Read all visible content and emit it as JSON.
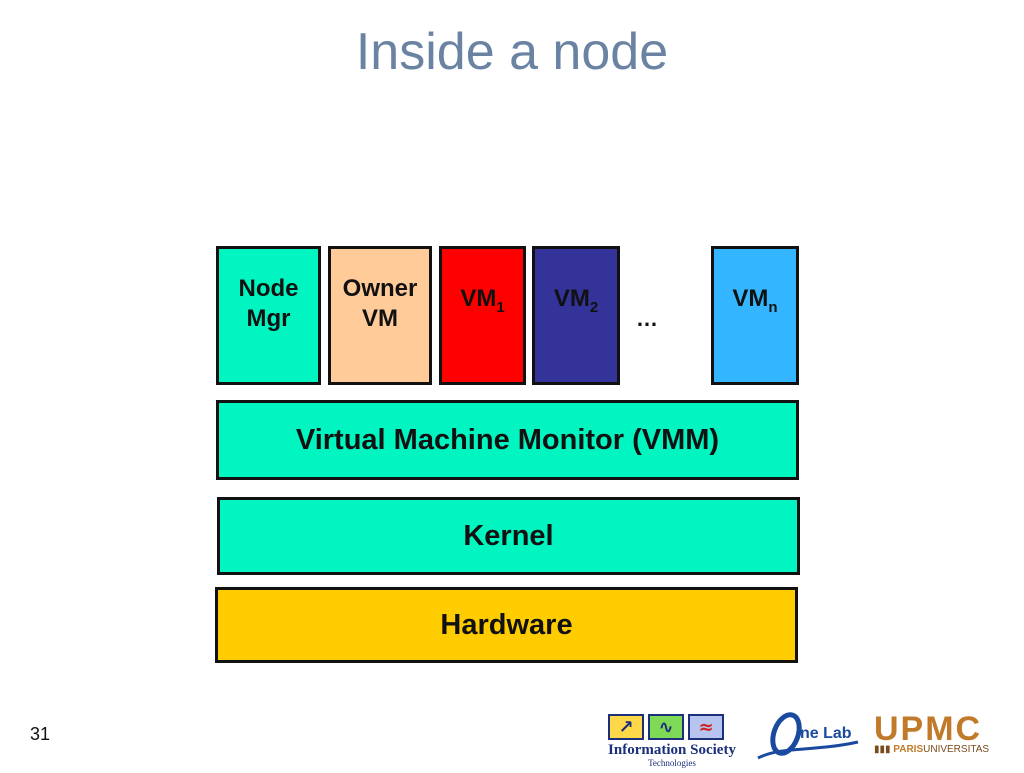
{
  "slide": {
    "title": "Inside a node",
    "page_number": "31"
  },
  "diagram": {
    "top_row": [
      {
        "id": "node-mgr",
        "line1": "Node",
        "line2": "Mgr",
        "color": "#00f5c0"
      },
      {
        "id": "owner-vm",
        "line1": "Owner",
        "line2": "VM",
        "color": "#ffcc99"
      },
      {
        "id": "vm1",
        "base": "VM",
        "sub": "1",
        "color": "#ff0000"
      },
      {
        "id": "vm2",
        "base": "VM",
        "sub": "2",
        "color": "#333399"
      },
      {
        "id": "vmn",
        "base": "VM",
        "sub": "n",
        "color": "#33b5ff"
      }
    ],
    "ellipsis": "…",
    "layers": [
      {
        "id": "vmm",
        "label": "Virtual Machine Monitor (VMM)",
        "color": "#00f5c0"
      },
      {
        "id": "kernel",
        "label": "Kernel",
        "color": "#00f5c0"
      },
      {
        "id": "hardware",
        "label": "Hardware",
        "color": "#ffcc00"
      }
    ]
  },
  "logos": {
    "ist_name": "Information Society",
    "ist_sub": "Technologies",
    "onelab_text": "ne Lab",
    "upmc_word": "UPMC",
    "upmc_tag_a": "PARIS",
    "upmc_tag_b": "UNIVERSITAS"
  }
}
